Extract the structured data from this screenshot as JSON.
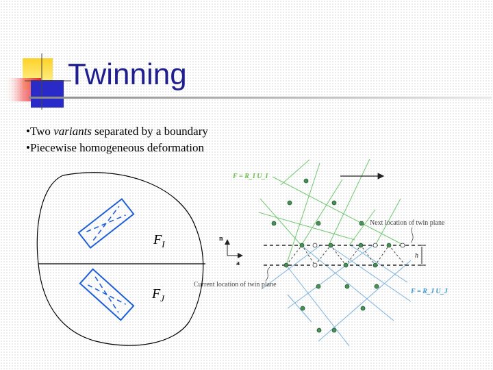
{
  "slide": {
    "title": "Twinning",
    "bullets": [
      {
        "prefix": "•Two ",
        "emphasis": "variants",
        "suffix": " separated by a boundary"
      },
      {
        "prefix": "•Piecewise homogeneous deformation",
        "emphasis": "",
        "suffix": ""
      }
    ]
  },
  "left_figure": {
    "label_upper_main": "F",
    "label_upper_sub": "I",
    "label_lower_main": "F",
    "label_lower_sub": "J"
  },
  "lattice_figure": {
    "top_formula": "F = R_I U_I",
    "bottom_formula": "F = R_J U_J",
    "next_plane_label": "Next location of twin plane",
    "current_plane_label": "Current location of twin plane",
    "axis_n": "n",
    "axis_a": "a",
    "step_label": "h"
  },
  "colors": {
    "title": "#1f1f8f",
    "crystal_outline": "#1e5fd8",
    "lattice_green": "#70c870",
    "lattice_blue": "#7ab3dc",
    "node_fill": "#4a8f5a",
    "formula_green": "#6cc04a",
    "formula_blue": "#3f95cf"
  }
}
